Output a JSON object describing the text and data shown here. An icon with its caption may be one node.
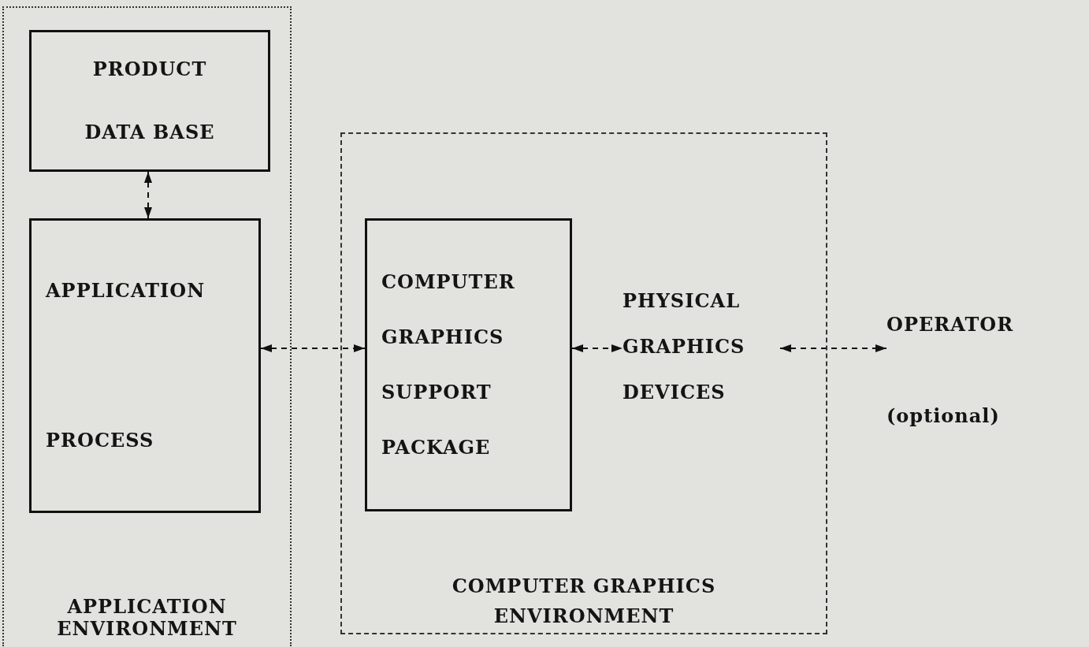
{
  "diagram": {
    "nodes": [
      {
        "text": [
          "APPLICATION ENVIRONMENT"
        ]
      },
      {
        "text": [
          "PRODUCT DATA BASE"
        ],
        "in": 0
      },
      {
        "text": [
          "APPLICATION PROCESS"
        ],
        "in": 0
      },
      {
        "text": [
          "COMPUTER GRAPHICS ENVIRONMENT"
        ]
      },
      {
        "text": [
          "COMPUTER GRAPHICS SUPPORT PACKAGE"
        ],
        "in": 3
      },
      {
        "text": [
          "PHYSICAL GRAPHICS DEVICES"
        ],
        "in": 3
      },
      {
        "text": [
          "OPERATOR",
          "(optional)"
        ]
      }
    ],
    "edges": [
      {
        "from": 1,
        "to": 2,
        "arrow": "both",
        "style": "dashed"
      },
      {
        "from": 2,
        "to": 4,
        "arrow": "both",
        "style": "dashed"
      },
      {
        "from": 4,
        "to": 5,
        "arrow": "both",
        "style": "dashed"
      },
      {
        "from": 5,
        "to": 6,
        "arrow": "both",
        "style": "dashed"
      }
    ]
  }
}
